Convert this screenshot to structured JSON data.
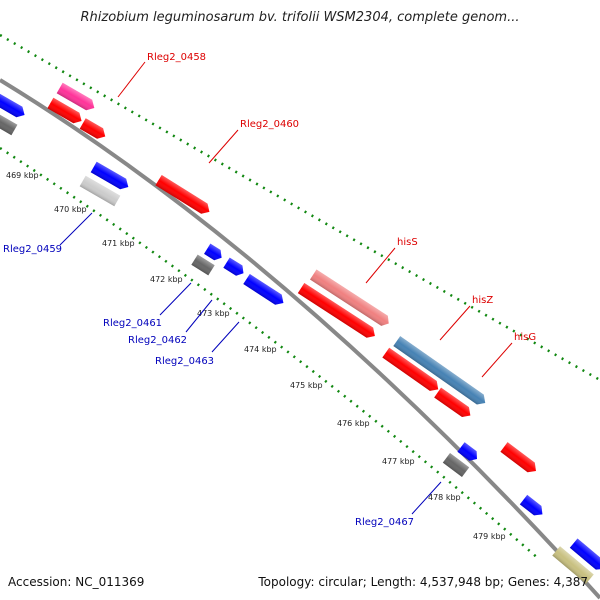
{
  "title": "Rhizobium leguminosarum bv. trifolii WSM2304, complete genom...",
  "footer": {
    "accession": "Accession: NC_011369",
    "topology": "Topology: circular; Length: 4,537,948 bp; Genes: 4,387"
  },
  "kbp_labels": [
    "469 kbp",
    "470 kbp",
    "471 kbp",
    "472 kbp",
    "473 kbp",
    "474 kbp",
    "475 kbp",
    "476 kbp",
    "477 kbp",
    "478 kbp",
    "479 kbp"
  ],
  "gene_labels": {
    "rleg2_0458": "Rleg2_0458",
    "rleg2_0460": "Rleg2_0460",
    "hisS": "hisS",
    "hisZ": "hisZ",
    "hisG": "hisG",
    "rleg2_0459": "Rleg2_0459",
    "rleg2_0461": "Rleg2_0461",
    "rleg2_0462": "Rleg2_0462",
    "rleg2_0463": "Rleg2_0463",
    "rleg2_0467": "Rleg2_0467"
  },
  "colors": {
    "forward_gene": "#ff0000",
    "reverse_gene": "#0000ff",
    "pink_gene": "#ff3399",
    "his_s_gene": "#f08080",
    "his_g_gene": "#4682b4",
    "gray_gene": "#777777",
    "light_gray_gene": "#cccccc",
    "tan_gene": "#c8c080",
    "backbone": "#888888",
    "dotted_track": "#118811"
  }
}
